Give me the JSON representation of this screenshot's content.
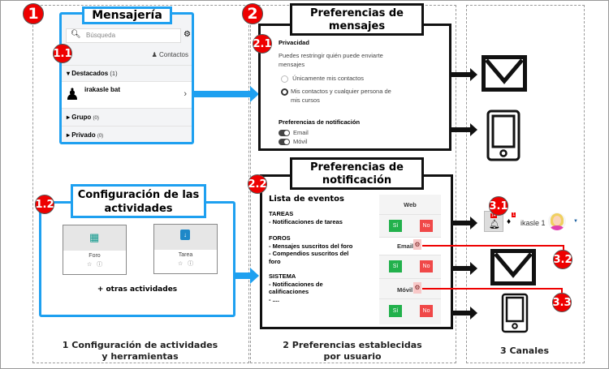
{
  "sections": {
    "s1": {
      "badge": "1",
      "footer_line1": "1 Configuración de actividades",
      "footer_line2": "y herramientas"
    },
    "s2": {
      "badge": "2",
      "footer_line1": "2 Preferencias establecidas",
      "footer_line2": "por usuario"
    },
    "s3": {
      "footer": "3 Canales"
    }
  },
  "messaging": {
    "title": "Mensajería",
    "badge": "1.1",
    "search_placeholder": "Búsqueda",
    "contacts_label": "Contactos",
    "groups": [
      {
        "label": "Destacados",
        "count": "(1)",
        "expanded": true
      },
      {
        "label": "Grupo",
        "count": "(0)",
        "expanded": false
      },
      {
        "label": "Privado",
        "count": "(0)",
        "expanded": false
      }
    ],
    "contact_name": "irakasle bat"
  },
  "activities": {
    "badge": "1.2",
    "title_line1": "Configuración de las",
    "title_line2": "actividades",
    "cards": [
      {
        "name": "Foro",
        "icon": "forum-icon",
        "color": "#139a8e"
      },
      {
        "name": "Tarea",
        "icon": "assignment-icon",
        "color": "#1e88c8"
      }
    ],
    "more": "+ otras actividades"
  },
  "message_prefs": {
    "title_line1": "Preferencias de",
    "title_line2": "mensajes",
    "badge": "2.1",
    "privacy_heading": "Privacidad",
    "privacy_desc_line1": "Puedes restringir quién puede enviarte",
    "privacy_desc_line2": "mensajes",
    "options": [
      {
        "label": "Únicamente mis contactos",
        "selected": false
      },
      {
        "label_line1": "Mis contactos y cualquier persona de",
        "label_line2": "mis cursos",
        "selected": true
      }
    ],
    "notif_heading": "Preferencias de notificación",
    "toggles": [
      {
        "label": "Email",
        "on": true
      },
      {
        "label": "Móvil",
        "on": true
      }
    ]
  },
  "notif_prefs": {
    "title_line1": "Preferencias de",
    "title_line2": "notificación",
    "badge": "2.2",
    "list_heading": "Lista de eventos",
    "groups": [
      {
        "name": "TAREAS",
        "items": [
          "- Notificaciones de tareas"
        ]
      },
      {
        "name": "FOROS",
        "items": [
          "- Mensajes suscritos del foro",
          "- Compendios suscritos del",
          "foro"
        ]
      },
      {
        "name": "SISTEMA",
        "items": [
          "- Notificaciones de",
          "calificaciones",
          "- ...."
        ]
      }
    ],
    "channels": [
      {
        "label": "Web",
        "yes": "Sí",
        "no": "No"
      },
      {
        "label": "Email",
        "yes": "Sí",
        "no": "No"
      },
      {
        "label": "Móvil",
        "yes": "Sí",
        "no": "No"
      }
    ]
  },
  "channels": {
    "badges": [
      "3.1",
      "3.2",
      "3.3"
    ],
    "notification_count": "14",
    "message_count": "1",
    "user_name": "ikasle 1"
  },
  "colors": {
    "accent_blue": "#1ea0f0",
    "badge_red": "#e00000",
    "yes_green": "#22b14c",
    "no_red": "#f04848"
  }
}
